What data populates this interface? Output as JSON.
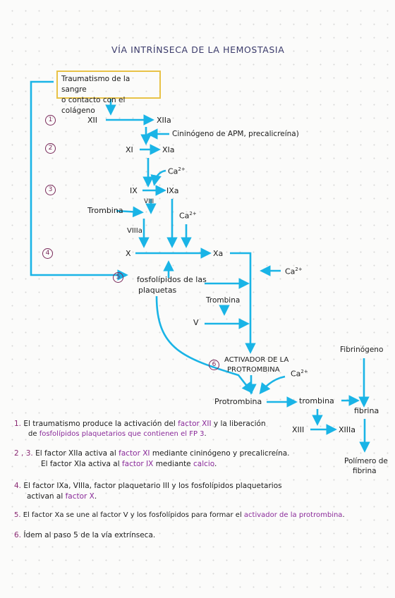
{
  "title": "VÍA INTRÍNSECA DE LA HEMOSTASIA",
  "trigger": {
    "line1": "Traumatismo de la sangre",
    "line2": "o contacto con el colágeno"
  },
  "steps": [
    "1",
    "2",
    "3",
    "4",
    "5",
    "6"
  ],
  "nodes": {
    "xii": "XII",
    "xiia": "XIIa",
    "cininogeno": "Cininógeno de APM, precalicreína)",
    "xi": "XI",
    "xia": "XIa",
    "ca": "Ca",
    "ca_sup": "2+",
    "ix": "IX",
    "ixa": "IXa",
    "viii": "VIII",
    "trombina": "Trombina",
    "viiia": "VIIIa",
    "x": "X",
    "xa": "Xa",
    "fosfolipidos_1": "fosfolípidos de las",
    "fosfolipidos_2": "plaquetas",
    "trombina2": "Trombina",
    "v": "V",
    "activador_1": "ACTIVADOR DE LA",
    "activador_2": "PROTROMBINA",
    "fibrinogeno": "Fibrinógeno",
    "protrombina": "Protrombina",
    "trombina3": "trombina",
    "fibrina": "fibrina",
    "xiii": "XIII",
    "xiiia": "XIIIa",
    "polimero_1": "Polímero de",
    "polimero_2": "fibrina"
  },
  "notes": {
    "n1": {
      "num": "1.",
      "a": "El traumatismo produce la activación del ",
      "h1": "factor XII",
      "b": " y la liberación",
      "c": "de ",
      "h2": "fosfolípidos plaquetarios que contienen el FP 3",
      "d": "."
    },
    "n2": {
      "num": "2 , 3.",
      "a": "El factor XIIa activa al ",
      "h1": "factor XI",
      "b": " mediante cininógeno y precalicreína.",
      "c": "El factor XIa activa al ",
      "h2": "factor IX",
      "d": " mediante ",
      "h3": "calcio",
      "e": "."
    },
    "n4": {
      "num": "4.",
      "a": "El factor IXa, VIIIa, factor plaquetario III y los fosfolípidos plaquetarios",
      "b": "activan al ",
      "h1": "factor X",
      "c": "."
    },
    "n5": {
      "num": "5.",
      "a": "El factor Xa se une al factor V y los fosfolípidos para formar el ",
      "h1": "activador de la protrombina",
      "b": "."
    },
    "n6": {
      "num": "6.",
      "a": "Ídem al paso 5 de la vía extrínseca."
    }
  },
  "colors": {
    "arrow": "#1ab4e6",
    "trigger_border": "#e8c247",
    "highlight": "#8a2a9a"
  }
}
